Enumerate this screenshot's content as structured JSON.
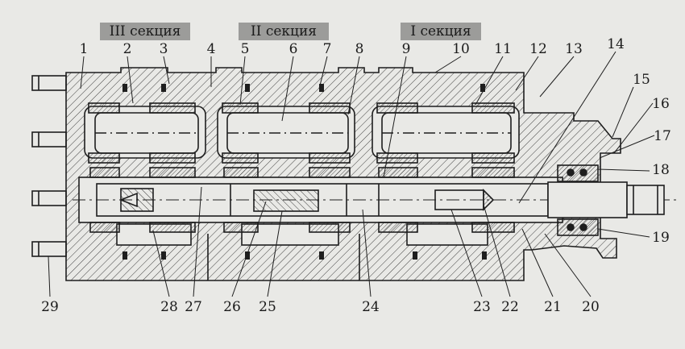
{
  "sections": [
    {
      "label": "III секция"
    },
    {
      "label": "II секция"
    },
    {
      "label": "I секция"
    }
  ],
  "callouts": {
    "c1": "1",
    "c2": "2",
    "c3": "3",
    "c4": "4",
    "c5": "5",
    "c6": "6",
    "c7": "7",
    "c8": "8",
    "c9": "9",
    "c10": "10",
    "c11": "11",
    "c12": "12",
    "c13": "13",
    "c14": "14",
    "c15": "15",
    "c16": "16",
    "c17": "17",
    "c18": "18",
    "c19": "19",
    "c20": "20",
    "c21": "21",
    "c22": "22",
    "c23": "23",
    "c24": "24",
    "c25": "25",
    "c26": "26",
    "c27": "27",
    "c28": "28",
    "c29": "29"
  },
  "colors": {
    "background": "#e9e9e6",
    "line": "#1e1e1e",
    "label_bg": "#9c9c9a"
  }
}
